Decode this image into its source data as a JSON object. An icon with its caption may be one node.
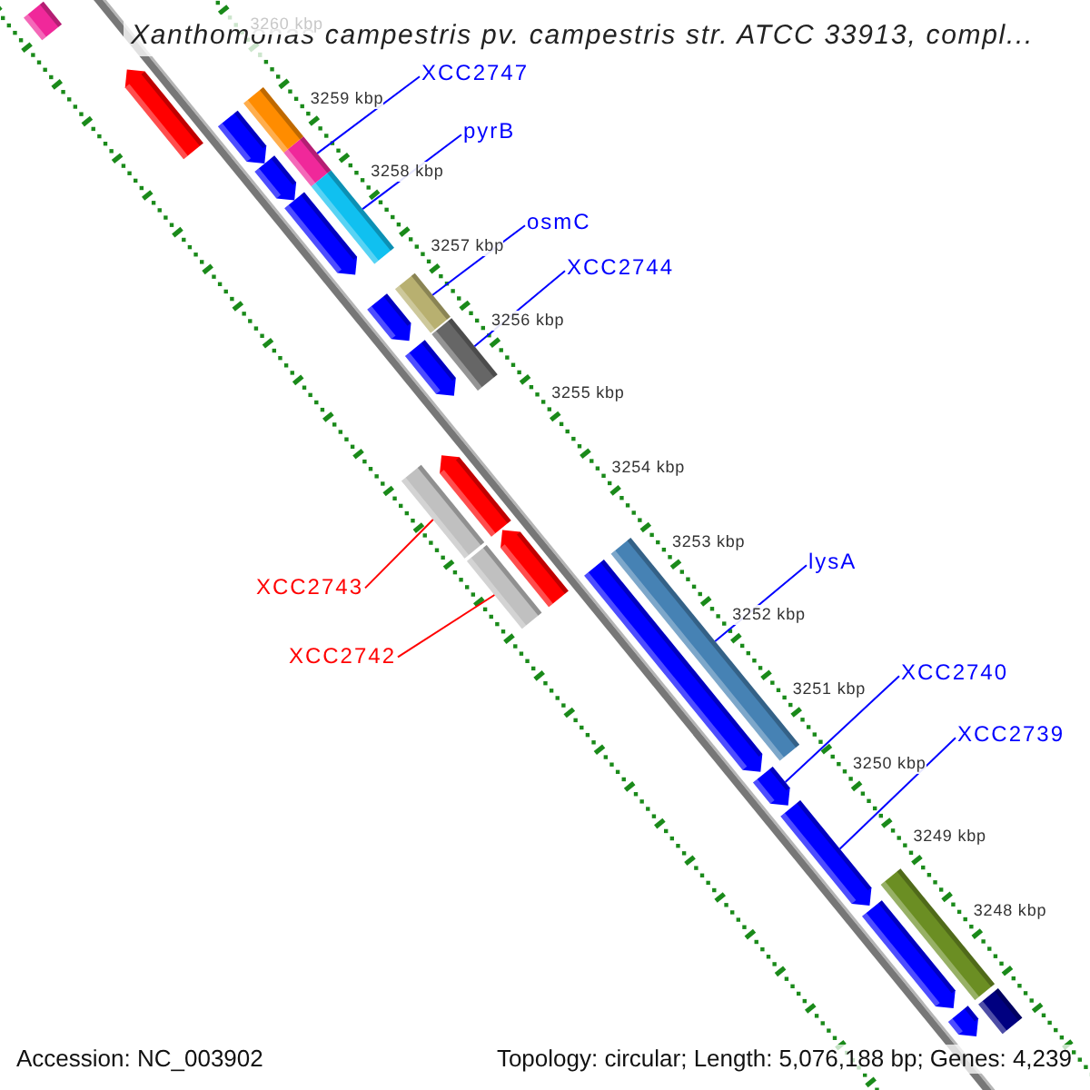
{
  "diagram": {
    "title": "Xanthomonas campestris pv. campestris str. ATCC 33913, compl...",
    "nodes": [
      {
        "text": [
          "XCC2747"
        ]
      },
      {
        "text": [],
        "shape": "bar"
      },
      {
        "text": [
          "pyrB"
        ]
      },
      {
        "text": [],
        "shape": "bar"
      },
      {
        "text": [
          "osmC"
        ]
      },
      {
        "text": [],
        "shape": "bar"
      },
      {
        "text": [
          "XCC2744"
        ]
      },
      {
        "text": [],
        "shape": "bar"
      },
      {
        "text": [
          "XCC2743"
        ]
      },
      {
        "text": [],
        "shape": "bar"
      },
      {
        "text": [
          "XCC2742"
        ]
      },
      {
        "text": [],
        "shape": "bar"
      },
      {
        "text": [
          "lysA"
        ]
      },
      {
        "text": [],
        "shape": "bar"
      },
      {
        "text": [
          "XCC2740"
        ]
      },
      {
        "text": [],
        "shape": "bar"
      },
      {
        "text": [
          "XCC2739"
        ]
      },
      {
        "text": [],
        "shape": "bar"
      },
      {
        "text": [],
        "shape": "bar"
      },
      {
        "text": [],
        "shape": "bar"
      },
      {
        "text": [],
        "shape": "bar"
      },
      {
        "text": [],
        "shape": "bar"
      },
      {
        "text": [],
        "shape": "bar"
      },
      {
        "text": [],
        "shape": "bar"
      },
      {
        "text": [],
        "shape": "bar"
      },
      {
        "text": [],
        "shape": "bar"
      },
      {
        "text": [],
        "shape": "bar"
      },
      {
        "text": [],
        "shape": "bar"
      },
      {
        "text": [],
        "shape": "bar"
      },
      {
        "text": [],
        "shape": "bar"
      },
      {
        "text": [],
        "shape": "bar"
      },
      {
        "text": [],
        "shape": "bar"
      },
      {
        "text": [],
        "shape": "bar"
      }
    ],
    "edges": [
      {
        "from": 0,
        "to": 1,
        "arrow": "none"
      },
      {
        "from": 2,
        "to": 3,
        "arrow": "none"
      },
      {
        "from": 4,
        "to": 5,
        "arrow": "none"
      },
      {
        "from": 6,
        "to": 7,
        "arrow": "none"
      },
      {
        "from": 8,
        "to": 9,
        "arrow": "none",
        "color": "#ff0000"
      },
      {
        "from": 10,
        "to": 11,
        "arrow": "none",
        "color": "#ff0000"
      },
      {
        "from": 12,
        "to": 13,
        "arrow": "none"
      },
      {
        "from": 14,
        "to": 15,
        "arrow": "none"
      },
      {
        "from": 16,
        "to": 17,
        "arrow": "none"
      }
    ],
    "labels": [
      "3260 kbp",
      "3259 kbp",
      "3258 kbp",
      "3257 kbp",
      "3256 kbp",
      "3255 kbp",
      "3254 kbp",
      "3253 kbp",
      "3252 kbp",
      "3251 kbp",
      "3250 kbp",
      "3249 kbp",
      "3248 kbp",
      "Accession: NC_003902",
      "Topology: circular; Length: 5,076,188 bp; Genes: 4,239"
    ]
  }
}
